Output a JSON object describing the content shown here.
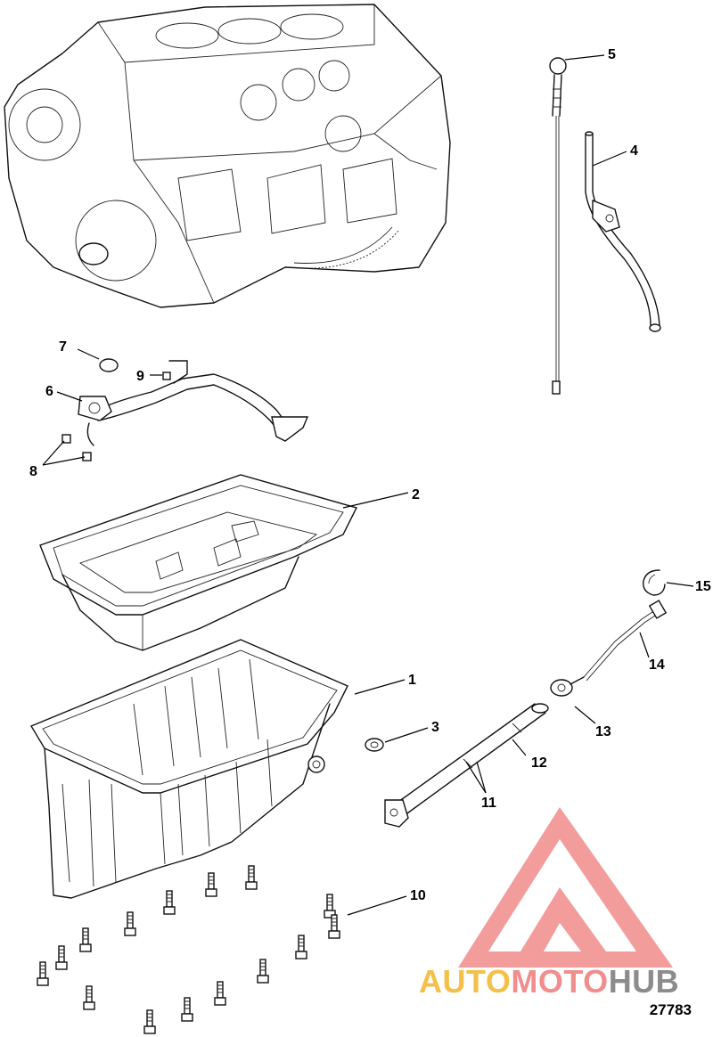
{
  "diagram": {
    "reference_number": "27783",
    "callouts": [
      {
        "id": "1",
        "label": "1"
      },
      {
        "id": "2",
        "label": "2"
      },
      {
        "id": "3",
        "label": "3"
      },
      {
        "id": "4",
        "label": "4"
      },
      {
        "id": "5",
        "label": "5"
      },
      {
        "id": "6",
        "label": "6"
      },
      {
        "id": "7",
        "label": "7"
      },
      {
        "id": "8",
        "label": "8"
      },
      {
        "id": "9",
        "label": "9"
      },
      {
        "id": "10",
        "label": "10"
      },
      {
        "id": "11",
        "label": "11"
      },
      {
        "id": "12",
        "label": "12"
      },
      {
        "id": "13",
        "label": "13"
      },
      {
        "id": "14",
        "label": "14"
      },
      {
        "id": "15",
        "label": "15"
      }
    ]
  },
  "watermark": {
    "text_part1": "AUTO",
    "text_part2": "MOTO",
    "text_part3": "HUB",
    "colors": {
      "part1": "#f5c04a",
      "part2": "#f08e8e",
      "part3": "#8c8c8c",
      "logo": "#f28b8b"
    }
  }
}
